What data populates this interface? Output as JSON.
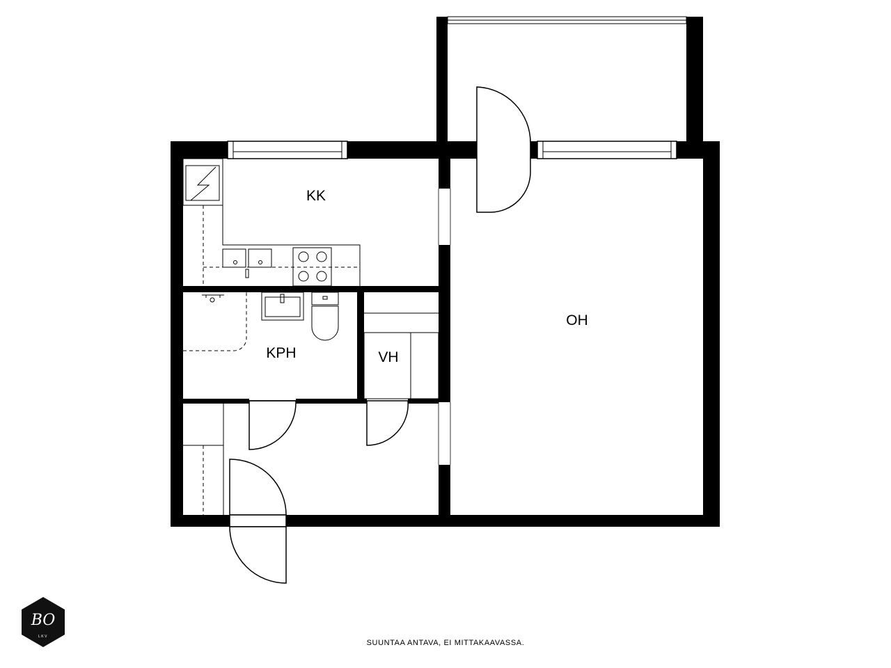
{
  "rooms": {
    "kitchen": "KK",
    "living": "OH",
    "bathroom": "KPH",
    "closet": "VH"
  },
  "footer": {
    "note": "SUUNTAA ANTAVA, EI MITTAKAAVASSA."
  },
  "logo": {
    "mark": "BO",
    "sub": "LKV"
  },
  "colors": {
    "wall": "#000000",
    "background": "#ffffff",
    "logo_fill": "#111111"
  }
}
